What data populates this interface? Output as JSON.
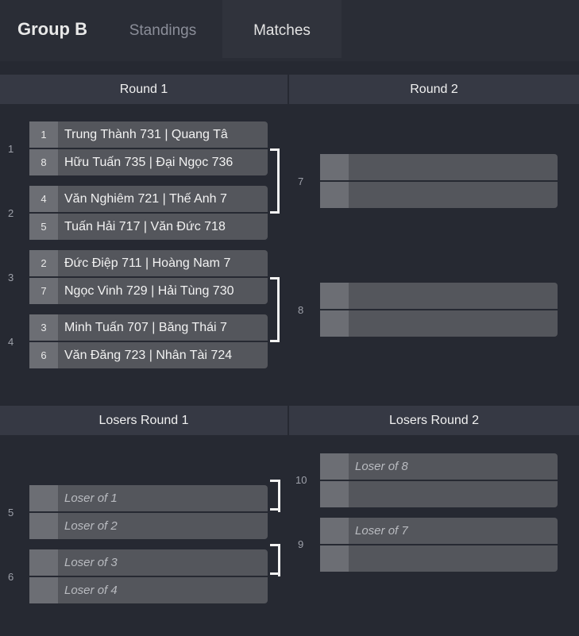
{
  "header": {
    "group_title": "Group B",
    "tabs": [
      {
        "label": "Standings",
        "active": false
      },
      {
        "label": "Matches",
        "active": true
      }
    ]
  },
  "winners": {
    "round1": "Round 1",
    "round2": "Round 2"
  },
  "losers": {
    "round1": "Losers Round 1",
    "round2": "Losers Round 2"
  },
  "matches": {
    "m1": {
      "number": "1",
      "top": {
        "seed": "1",
        "name": "Trung Thành 731 | Quang Tâ"
      },
      "bottom": {
        "seed": "8",
        "name": "Hữu Tuấn 735 | Đại Ngọc 736"
      }
    },
    "m2": {
      "number": "2",
      "top": {
        "seed": "4",
        "name": "Văn Nghiêm 721 | Thế Anh 7"
      },
      "bottom": {
        "seed": "5",
        "name": "Tuấn Hải 717 | Văn Đức 718"
      }
    },
    "m3": {
      "number": "3",
      "top": {
        "seed": "2",
        "name": "Đức Điệp 711 | Hoàng Nam 7"
      },
      "bottom": {
        "seed": "7",
        "name": "Ngọc Vinh 729 | Hải Tùng 730"
      }
    },
    "m4": {
      "number": "4",
      "top": {
        "seed": "3",
        "name": "Minh Tuấn 707 | Băng Thái 7"
      },
      "bottom": {
        "seed": "6",
        "name": "Văn Đăng 723 | Nhân Tài 724"
      }
    },
    "m7": {
      "number": "7"
    },
    "m8": {
      "number": "8"
    },
    "m5": {
      "number": "5",
      "top": "Loser of 1",
      "bottom": "Loser of 2"
    },
    "m6": {
      "number": "6",
      "top": "Loser of 3",
      "bottom": "Loser of 4"
    },
    "m10": {
      "number": "10",
      "top": "Loser of 8"
    },
    "m9": {
      "number": "9",
      "top": "Loser of 7"
    }
  },
  "colors": {
    "background": "#262932",
    "header_bar": "#363944",
    "slot": "#54565c",
    "seed_box": "#6c6e74",
    "connector": "#f2f2f2"
  }
}
